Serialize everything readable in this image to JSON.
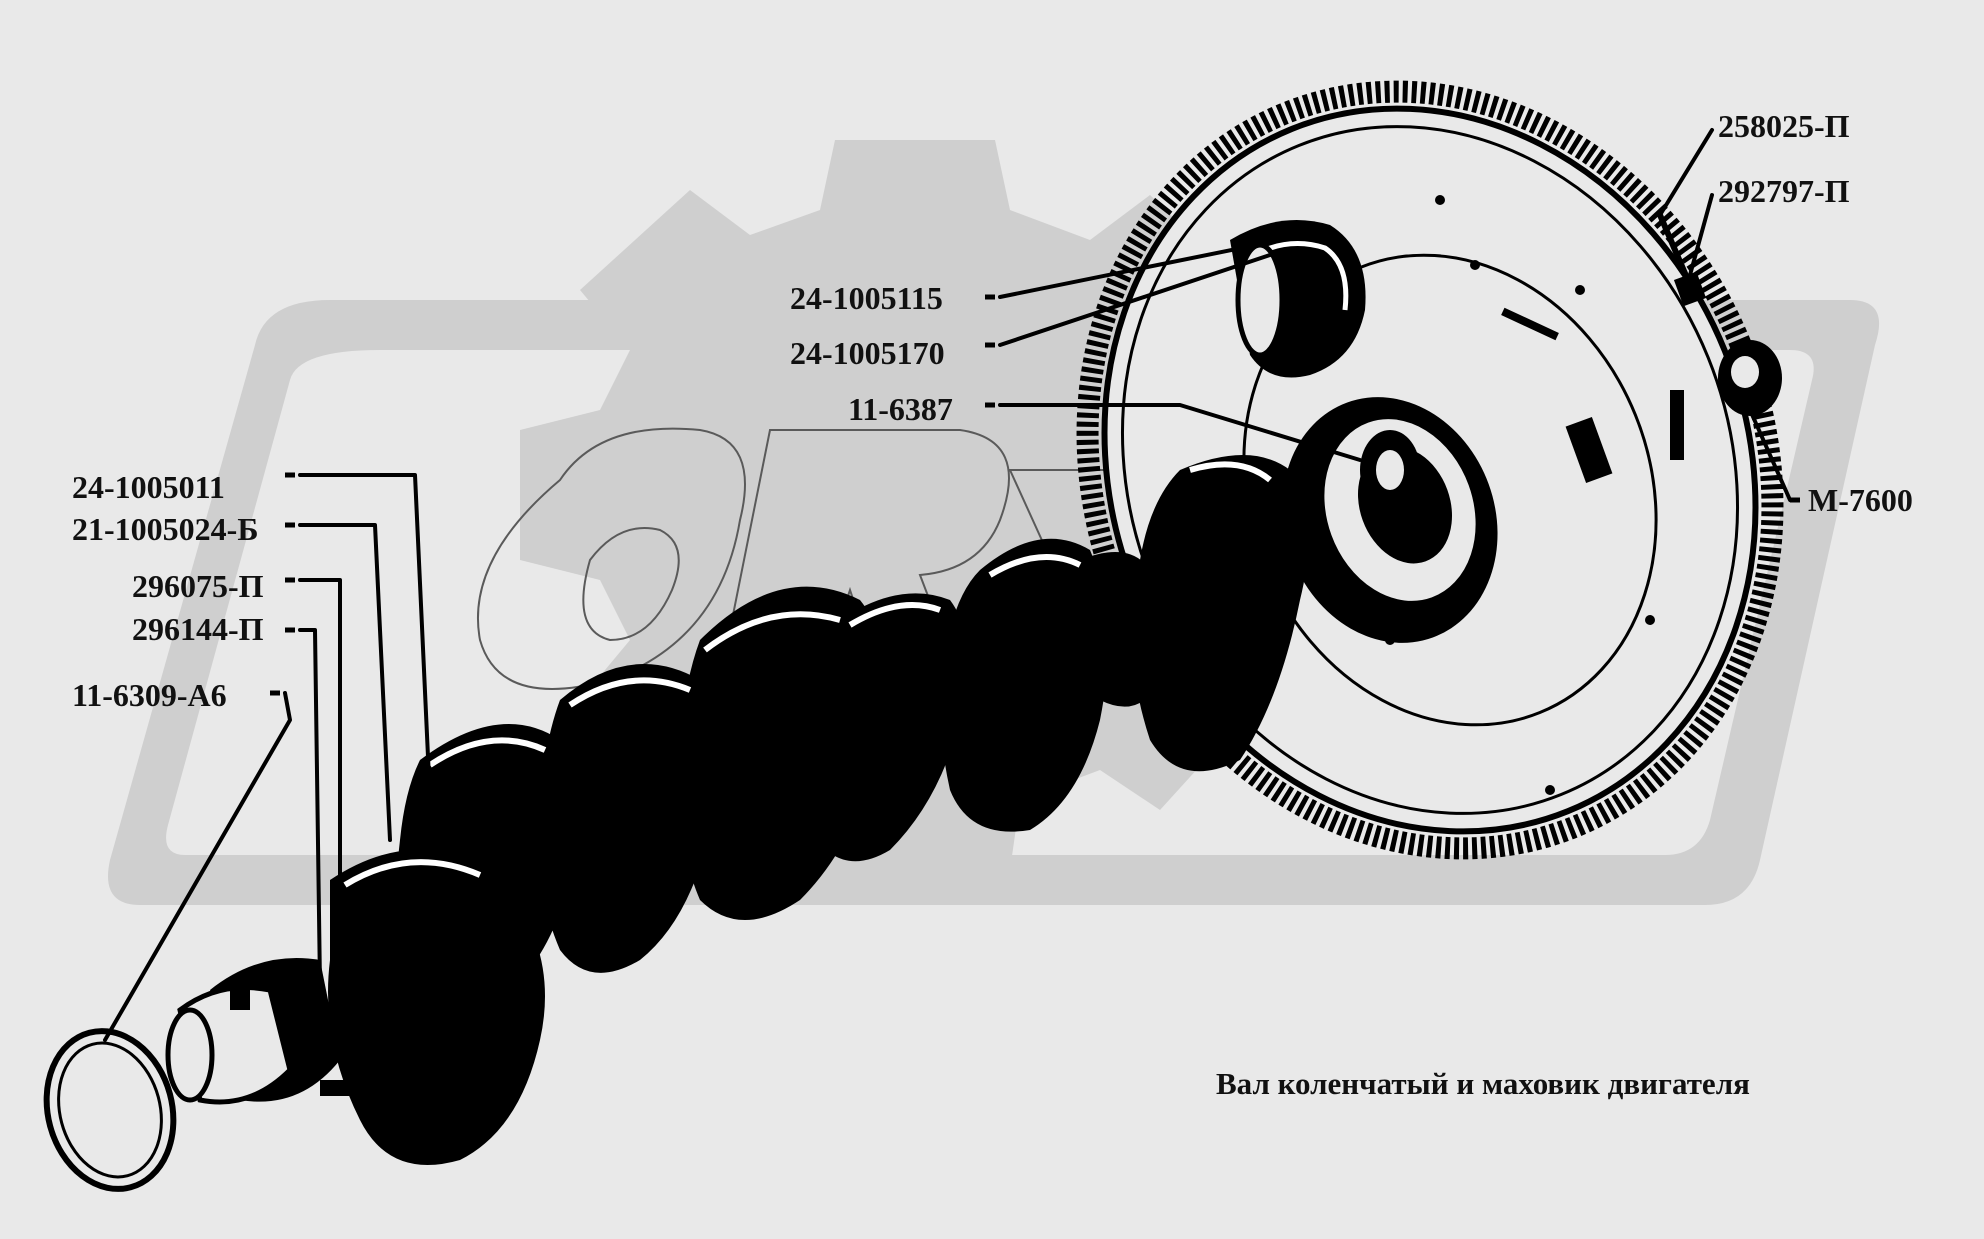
{
  "caption": "Вал коленчатый и маховик двигателя",
  "watermark": {
    "text": "ОВК",
    "color": "#cfcfcf"
  },
  "colors": {
    "background": "#e9e9e9",
    "ink": "#000000",
    "part_highlight": "#ffffff"
  },
  "labels": {
    "p258025": "258025-П",
    "p292797": "292797-П",
    "p24_1005115": "24-1005115",
    "p24_1005170": "24-1005170",
    "p11_6387": "11-6387",
    "pM7600": "М-7600",
    "p24_1005011": "24-1005011",
    "p21_1005024": "21-1005024-Б",
    "p296075": "296075-П",
    "p296144": "296144-П",
    "p11_6309": "11-6309-А6"
  }
}
